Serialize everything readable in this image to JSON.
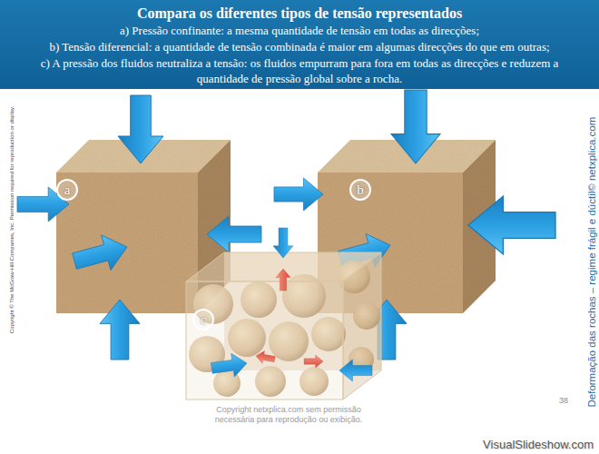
{
  "diagram": {
    "title": "Compara os diferentes tipos de tensão representados",
    "nodes": [
      {
        "text": [
          "a"
        ]
      },
      {
        "text": [
          "b"
        ]
      },
      {
        "text": [
          "c"
        ]
      }
    ],
    "labels": [
      "a) Pressão confinante: a mesma quantidade de tensão em todas as direcções;",
      "b) Tensão diferencial: a quantidade de tensão combinada é maior em algumas direcções do que em outras;",
      "c) A pressão dos fluidos neutraliza a tensão: os fluidos empurram para fora em todas as direcções e reduzem a quantidade de pressão global sobre a rocha.",
      "Copyright © The McGraw-Hill Companies, Inc. Permission required for reproduction or display.",
      "Deformação das rochas – regime frágil e dúctil© netxplica.com",
      "Copyright netxplica.com sem permissão necessária para reprodução ou exibição.",
      "38",
      "VisualSlideshow.com"
    ]
  }
}
